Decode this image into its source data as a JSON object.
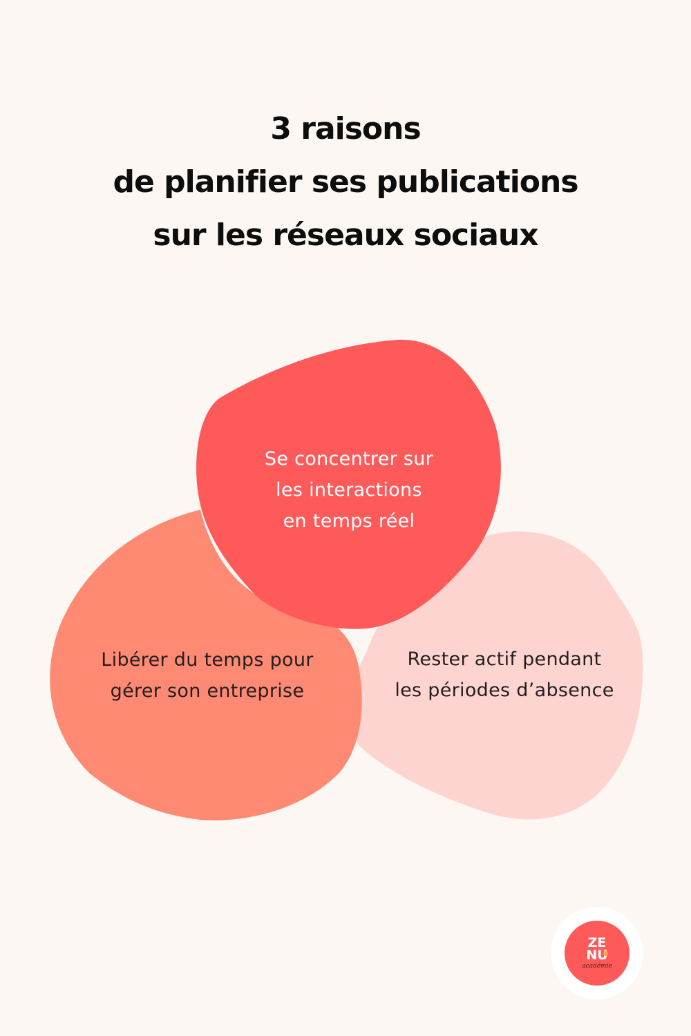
{
  "title": {
    "lines": [
      "3 raisons",
      "de planifier ses publications",
      "sur les réseaux sociaux"
    ]
  },
  "colors": {
    "background": "#fcf7f2",
    "blob_top": "#ff5a5a",
    "blob_left": "#ff8a73",
    "blob_right": "#fed4d0",
    "text_dark": "#231f20",
    "text_light": "#ffffff"
  },
  "reasons": [
    {
      "position": "top",
      "lines": [
        "Se concentrer sur",
        "les interactions",
        "en temps réel"
      ]
    },
    {
      "position": "bottom-left",
      "lines": [
        "Libérer du temps pour",
        "gérer son entreprise"
      ]
    },
    {
      "position": "bottom-right",
      "lines": [
        "Rester actif pendant",
        "les périodes d’absence"
      ]
    }
  ],
  "logo": {
    "line1": "ZE",
    "line2": "NU",
    "subtitle": "académie",
    "icon": "zenu-academie-logo"
  }
}
